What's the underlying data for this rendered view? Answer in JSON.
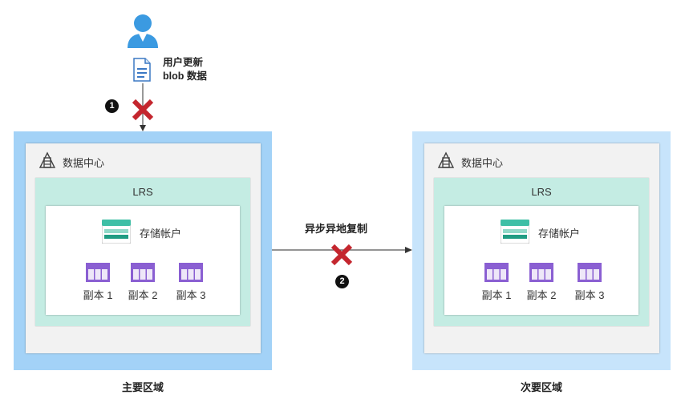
{
  "user": {
    "action_line1": "用户更新",
    "action_line2": "blob 数据"
  },
  "markers": {
    "step1": "1",
    "step2": "2"
  },
  "replication": {
    "label": "异步异地复制"
  },
  "primary": {
    "datacenter_label": "数据中心",
    "redundancy_label": "LRS",
    "storage_label": "存储帐户",
    "replicas": [
      "副本 1",
      "副本 2",
      "副本 3"
    ],
    "region_label": "主要区域"
  },
  "secondary": {
    "datacenter_label": "数据中心",
    "redundancy_label": "LRS",
    "storage_label": "存储帐户",
    "replicas": [
      "副本 1",
      "副本 2",
      "副本 3"
    ],
    "region_label": "次要区域"
  },
  "colors": {
    "primary_region": "#a3d2f7",
    "secondary_region": "#c7e4fb",
    "lrs_box": "#c4ece3",
    "failure_x": "#c4262e",
    "user_icon": "#3b9ae1",
    "storage_teal": "#3ebfa6",
    "replica_purple": "#8a5fd2"
  },
  "icons": [
    "user-icon",
    "document-icon",
    "failure-x-icon",
    "datacenter-icon",
    "storage-account-icon",
    "replica-disk-icon",
    "arrow-icon"
  ]
}
